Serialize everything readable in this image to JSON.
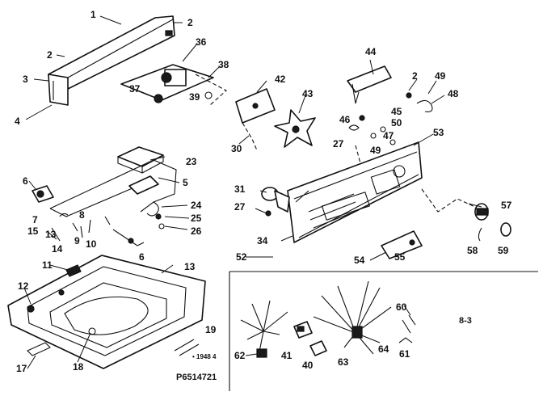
{
  "diagram": {
    "page_code": "8-3",
    "part_number_stamp": "P6514721",
    "code_19": "• 1948 4",
    "callouts": [
      "1",
      "2",
      "2",
      "3",
      "4",
      "36",
      "38",
      "37",
      "39",
      "42",
      "44",
      "2",
      "49",
      "48",
      "43",
      "45",
      "46",
      "50",
      "30",
      "47",
      "53",
      "27",
      "49",
      "23",
      "5",
      "6",
      "31",
      "27",
      "57",
      "24",
      "25",
      "26",
      "7",
      "8",
      "14",
      "15",
      "13",
      "9",
      "10",
      "6",
      "34",
      "52",
      "55",
      "54",
      "58",
      "59",
      "11",
      "13",
      "12",
      "60",
      "62",
      "41",
      "40",
      "63",
      "64",
      "61",
      "17",
      "18",
      "19"
    ]
  }
}
